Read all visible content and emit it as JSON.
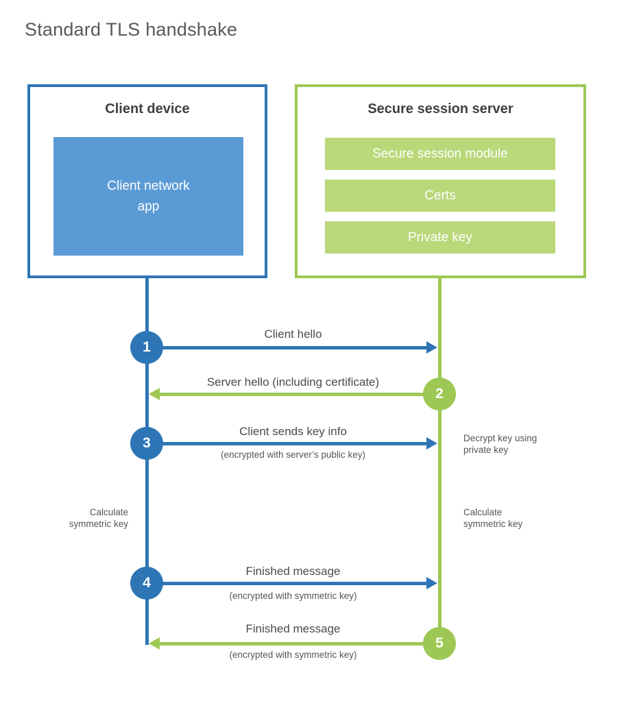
{
  "title": "Standard TLS handshake",
  "colors": {
    "blue": "#2e75b6",
    "light_blue_fill": "#5b9bd5",
    "green": "#9dc853",
    "light_green_fill": "#b9d87a",
    "heading_text": "#3f3f3f",
    "label_text": "#4a4a4a",
    "note_text": "#555555"
  },
  "client_box": {
    "title": "Client device",
    "app_line1": "Client network",
    "app_line2": "app"
  },
  "server_box": {
    "title": "Secure session server",
    "modules": [
      "Secure session module",
      "Certs",
      "Private key"
    ]
  },
  "steps": [
    {
      "num": "1",
      "label": "Client hello",
      "sub": "",
      "direction": "right",
      "from": "client",
      "to": "server"
    },
    {
      "num": "2",
      "label": "Server hello (including certificate)",
      "sub": "",
      "direction": "left",
      "from": "server",
      "to": "client"
    },
    {
      "num": "3",
      "label": "Client sends key info",
      "sub": "(encrypted with server’s public key)",
      "direction": "right",
      "from": "client",
      "to": "server"
    },
    {
      "num": "4",
      "label": "Finished message",
      "sub": "(encrypted with symmetric key)",
      "direction": "right",
      "from": "client",
      "to": "server"
    },
    {
      "num": "5",
      "label": "Finished message",
      "sub": "(encrypted with symmetric key)",
      "direction": "left",
      "from": "server",
      "to": "client"
    }
  ],
  "side_notes": {
    "decrypt": {
      "line1": "Decrypt key using",
      "line2": "private key"
    },
    "calculate_left": {
      "line1": "Calculate",
      "line2": "symmetric key"
    },
    "calculate_right": {
      "line1": "Calculate",
      "line2": "symmetric key"
    }
  }
}
